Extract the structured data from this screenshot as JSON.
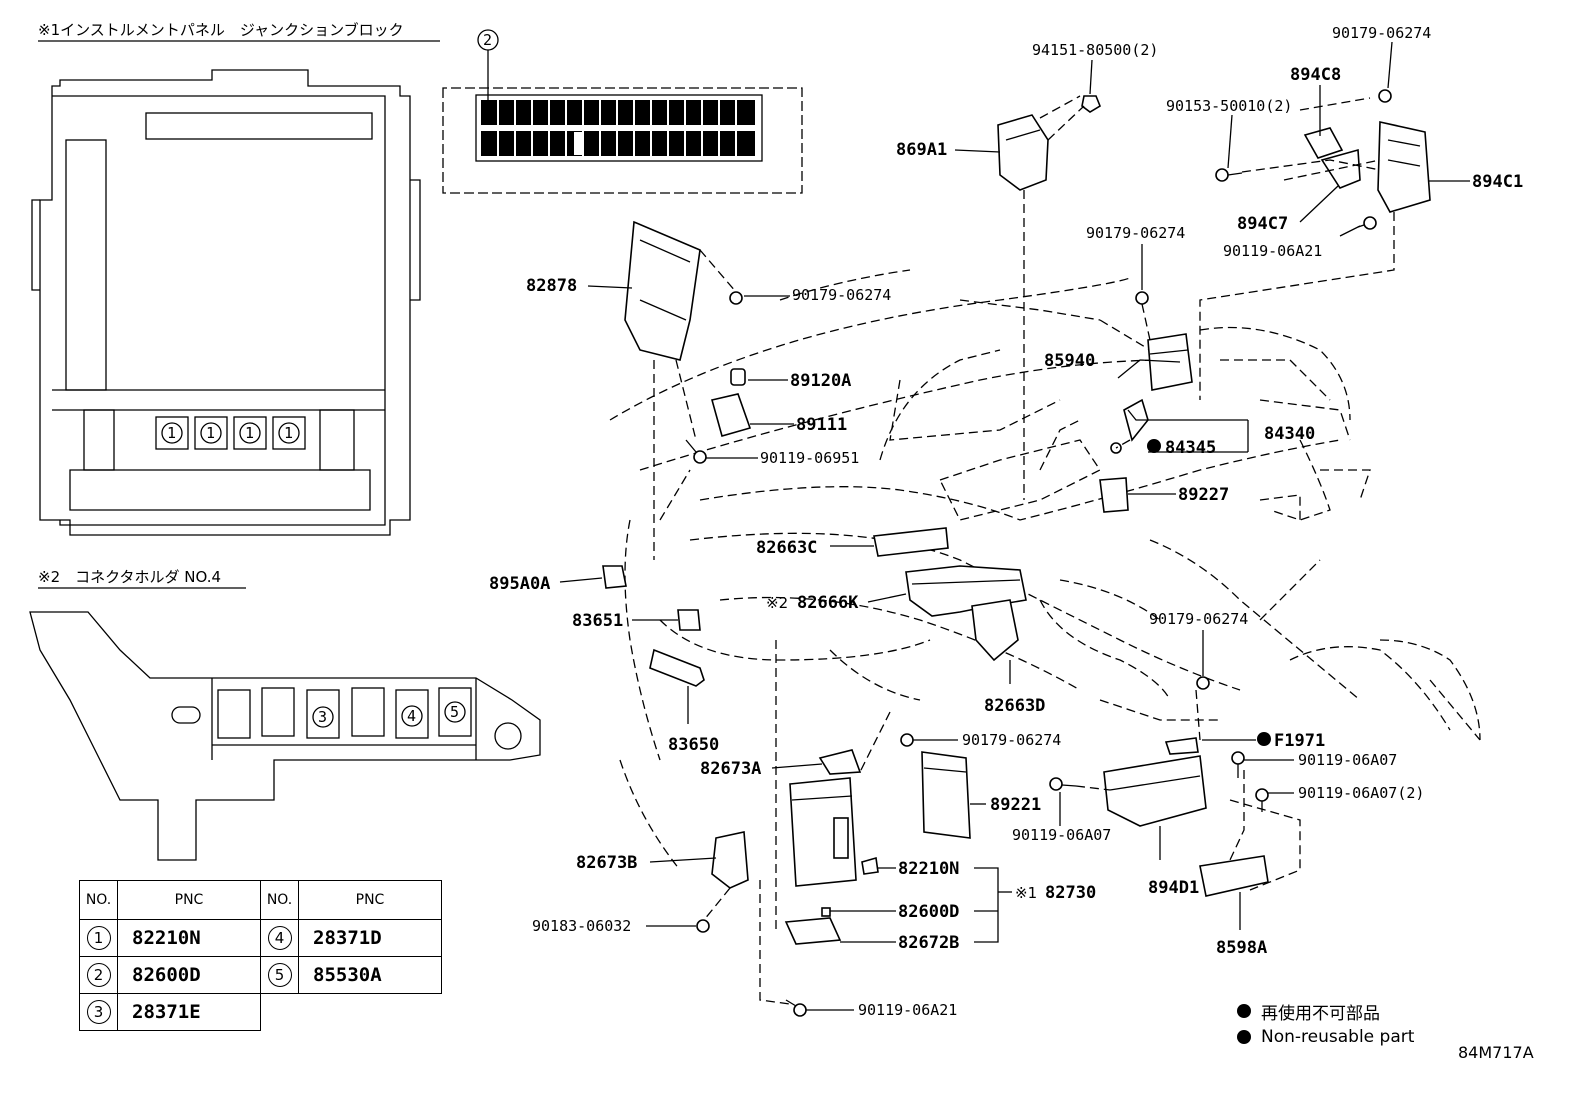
{
  "titles": {
    "junction_block": "※1インストルメントパネル　ジャンクションブロック",
    "connector_holder": "※2　コネクタホルダ NO.4"
  },
  "callouts": {
    "jb_one": "1",
    "conn_two": "2",
    "holder_three": "3",
    "holder_four": "4",
    "holder_five": "5"
  },
  "labels": {
    "p94151": "94151-80500(2)",
    "p90179_top": "90179-06274",
    "p894C8": "894C8",
    "p90153": "90153-50010(2)",
    "p869A1": "869A1",
    "p894C1": "894C1",
    "p894C7": "894C7",
    "p90119_06A21_top": "90119-06A21",
    "p90179_mid": "90179-06274",
    "p82878": "82878",
    "p90179_left": "90179-06274",
    "p85940": "85940",
    "p89120A": "89120A",
    "p89111": "89111",
    "p84340": "84340",
    "p84345": "84345",
    "p90119_06951": "90119-06951",
    "p89227": "89227",
    "p82663C": "82663C",
    "p895A0A": "895A0A",
    "p82666K_prefix": "※2",
    "p82666K": "82666K",
    "p83651": "83651",
    "p90179_right": "90179-06274",
    "p82663D": "82663D",
    "p83650": "83650",
    "p90179_bottom": "90179-06274",
    "pF1971": "F1971",
    "p82673A": "82673A",
    "p90119_06A07_a": "90119-06A07",
    "p89221": "89221",
    "p90119_06A07_2": "90119-06A07(2)",
    "p90119_06A07_b": "90119-06A07",
    "p82673B": "82673B",
    "p82210N": "82210N",
    "p82730_prefix": "※1",
    "p82730": "82730",
    "p894D1": "894D1",
    "p82600D": "82600D",
    "p90183": "90183-06032",
    "p82672B": "82672B",
    "p8598A": "8598A",
    "p90119_06A21_bottom": "90119-06A21"
  },
  "table": {
    "header": {
      "no": "NO.",
      "pnc": "PNC"
    },
    "rows": [
      {
        "no": "1",
        "pnc": "82210N",
        "no2": "4",
        "pnc2": "28371D"
      },
      {
        "no": "2",
        "pnc": "82600D",
        "no2": "5",
        "pnc2": "85530A"
      },
      {
        "no": "3",
        "pnc": "28371E"
      }
    ]
  },
  "legend": {
    "ja": "再使用不可部品",
    "en": "Non-reusable part"
  },
  "diagram_code": "84M717A"
}
